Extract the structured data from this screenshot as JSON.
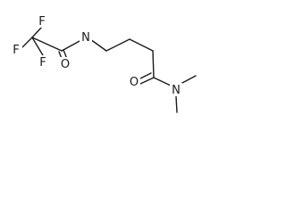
{
  "molecule": {
    "atoms": {
      "f1": "F",
      "f2": "F",
      "f3": "F",
      "o1": "O",
      "n1": "N",
      "o2": "O",
      "n2": "N"
    }
  },
  "colors": {
    "bond": "#1a1a1a",
    "label": "#1a1a1a",
    "background": "#ffffff"
  }
}
